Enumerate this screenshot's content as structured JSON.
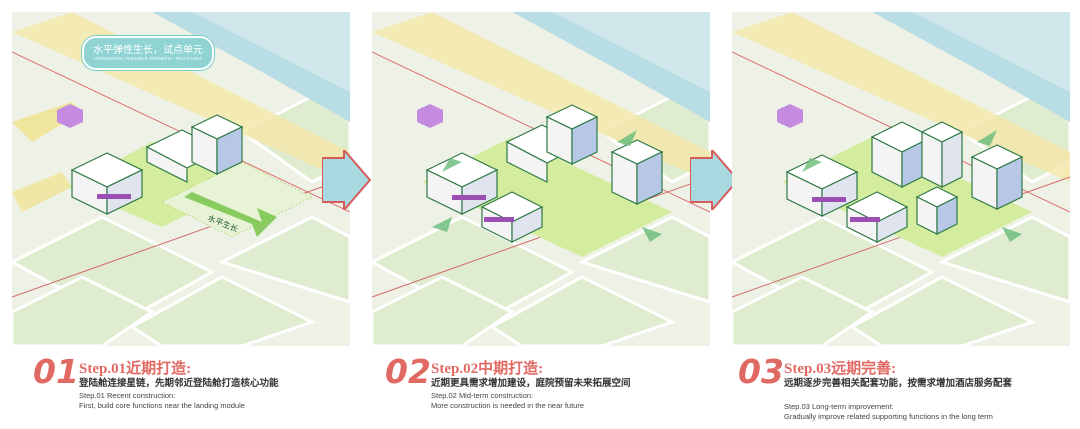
{
  "badge": {
    "zh": "水平弹性生长，试点单元",
    "en": "HORIZONTAL FLEXIBLE GROWTH · PILOT UNIT"
  },
  "growth_arrow": "水平生长",
  "steps": [
    {
      "num": "01",
      "title": "Step.01近期打造:",
      "sub": "登陆舱连接星链，先期邻近登陆舱打造核心功能",
      "en1": "Step.01 Recent construction:",
      "en2": "First, build core functions near the landing module"
    },
    {
      "num": "02",
      "title": "Step.02中期打造:",
      "sub": "近期更具需求增加建设，庭院预留未来拓展空间",
      "en1": "Step.02 Mid-term construction:",
      "en2": "More construction is needed in the near future"
    },
    {
      "num": "03",
      "title": "Step.03远期完善:",
      "sub": "远期逐步完善相关配套功能，按需求增加酒店服务配套",
      "en1": "Step.03 Long-term improvement:",
      "en2": "Gradually improve related supporting functions in the long term"
    }
  ],
  "colors": {
    "accent": "#e06a63",
    "arrow_fill": "#a9d9e0",
    "green": "#6cc04a",
    "purple": "#9b4fb5"
  }
}
